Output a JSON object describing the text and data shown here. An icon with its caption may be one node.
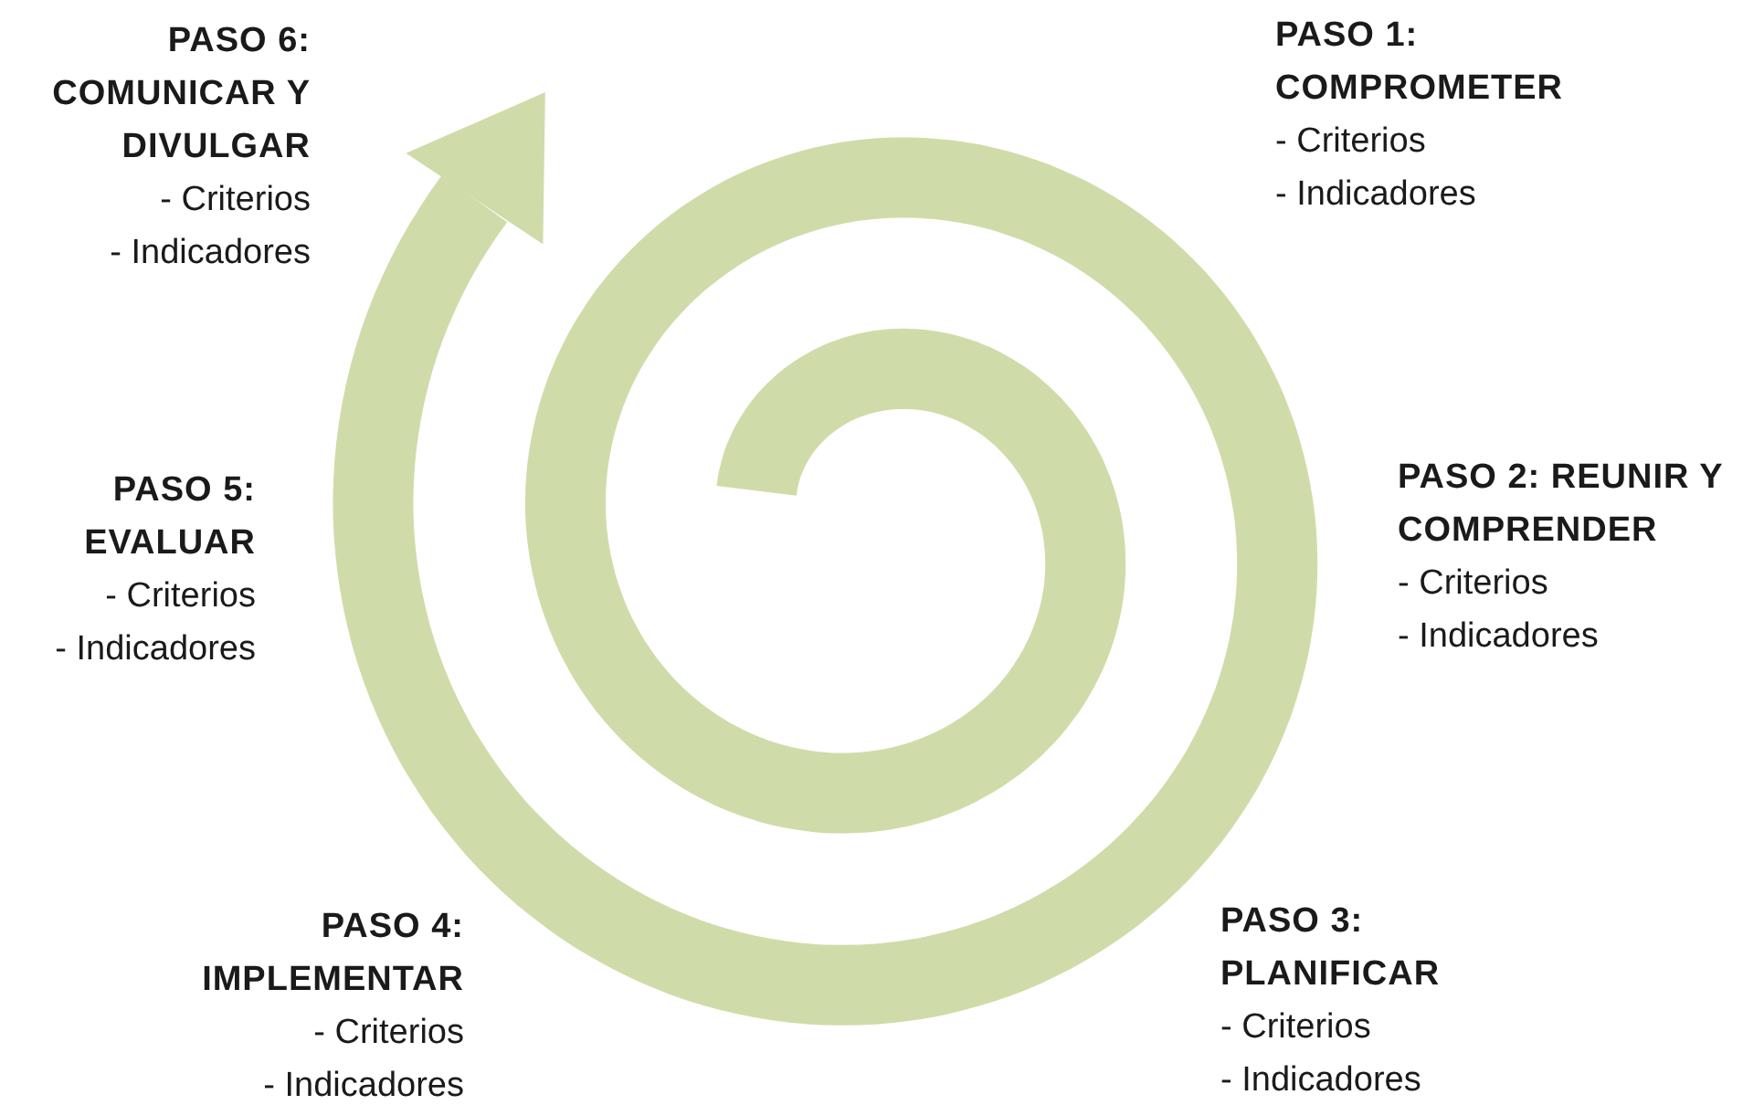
{
  "diagram": {
    "labels": [
      "PASO 6: COMUNICAR Y DIVULGAR",
      "- Criterios",
      "- Indicadores",
      "PASO 1: COMPROMETER",
      "- Criterios",
      "- Indicadores",
      "PASO 2: REUNIR Y COMPRENDER",
      "- Criterios",
      "- Indicadores",
      "PASO 5: EVALUAR",
      "- Criterios",
      "- Indicadores",
      "PASO 4: IMPLEMENTAR",
      "- Criterios",
      "- Indicadores",
      "PASO 3: PLANIFICAR",
      "- Criterios",
      "- Indicadores"
    ]
  }
}
